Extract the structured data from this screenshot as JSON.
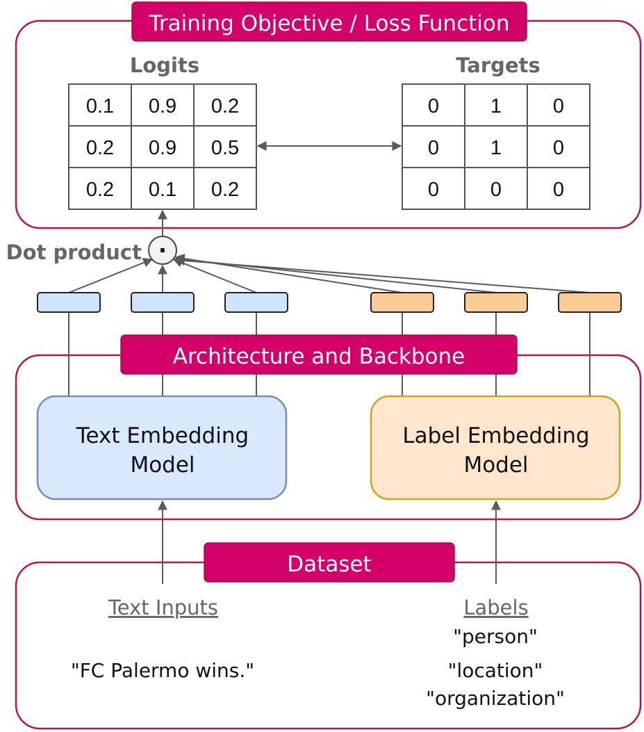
{
  "sections": {
    "loss": {
      "title": "Training Objective / Loss Function"
    },
    "architecture": {
      "title": "Architecture and Backbone"
    },
    "dataset": {
      "title": "Dataset"
    }
  },
  "logits": {
    "title": "Logits",
    "rows": [
      [
        "0.1",
        "0.9",
        "0.2"
      ],
      [
        "0.2",
        "0.9",
        "0.5"
      ],
      [
        "0.2",
        "0.1",
        "0.2"
      ]
    ]
  },
  "targets": {
    "title": "Targets",
    "rows": [
      [
        "0",
        "1",
        "0"
      ],
      [
        "0",
        "1",
        "0"
      ],
      [
        "0",
        "0",
        "0"
      ]
    ]
  },
  "dot_product": {
    "label": "Dot product",
    "symbol": "·"
  },
  "models": {
    "text": {
      "line1": "Text Embedding",
      "line2": "Model"
    },
    "label": {
      "line1": "Label Embedding",
      "line2": "Model"
    }
  },
  "dataset": {
    "text_inputs": {
      "heading": "Text Inputs",
      "items": [
        "\"FC Palermo wins.\""
      ]
    },
    "labels": {
      "heading": "Labels",
      "items": [
        "\"person\"",
        "\"location\"",
        "\"organization\""
      ]
    }
  },
  "colors": {
    "banner": "#d4006a",
    "section_border": "#b8124f",
    "text_embedding": "#cfe4fb",
    "label_embedding": "#fbcb95",
    "text_model": "#d9e8fb",
    "label_model": "#ffe6cc"
  }
}
